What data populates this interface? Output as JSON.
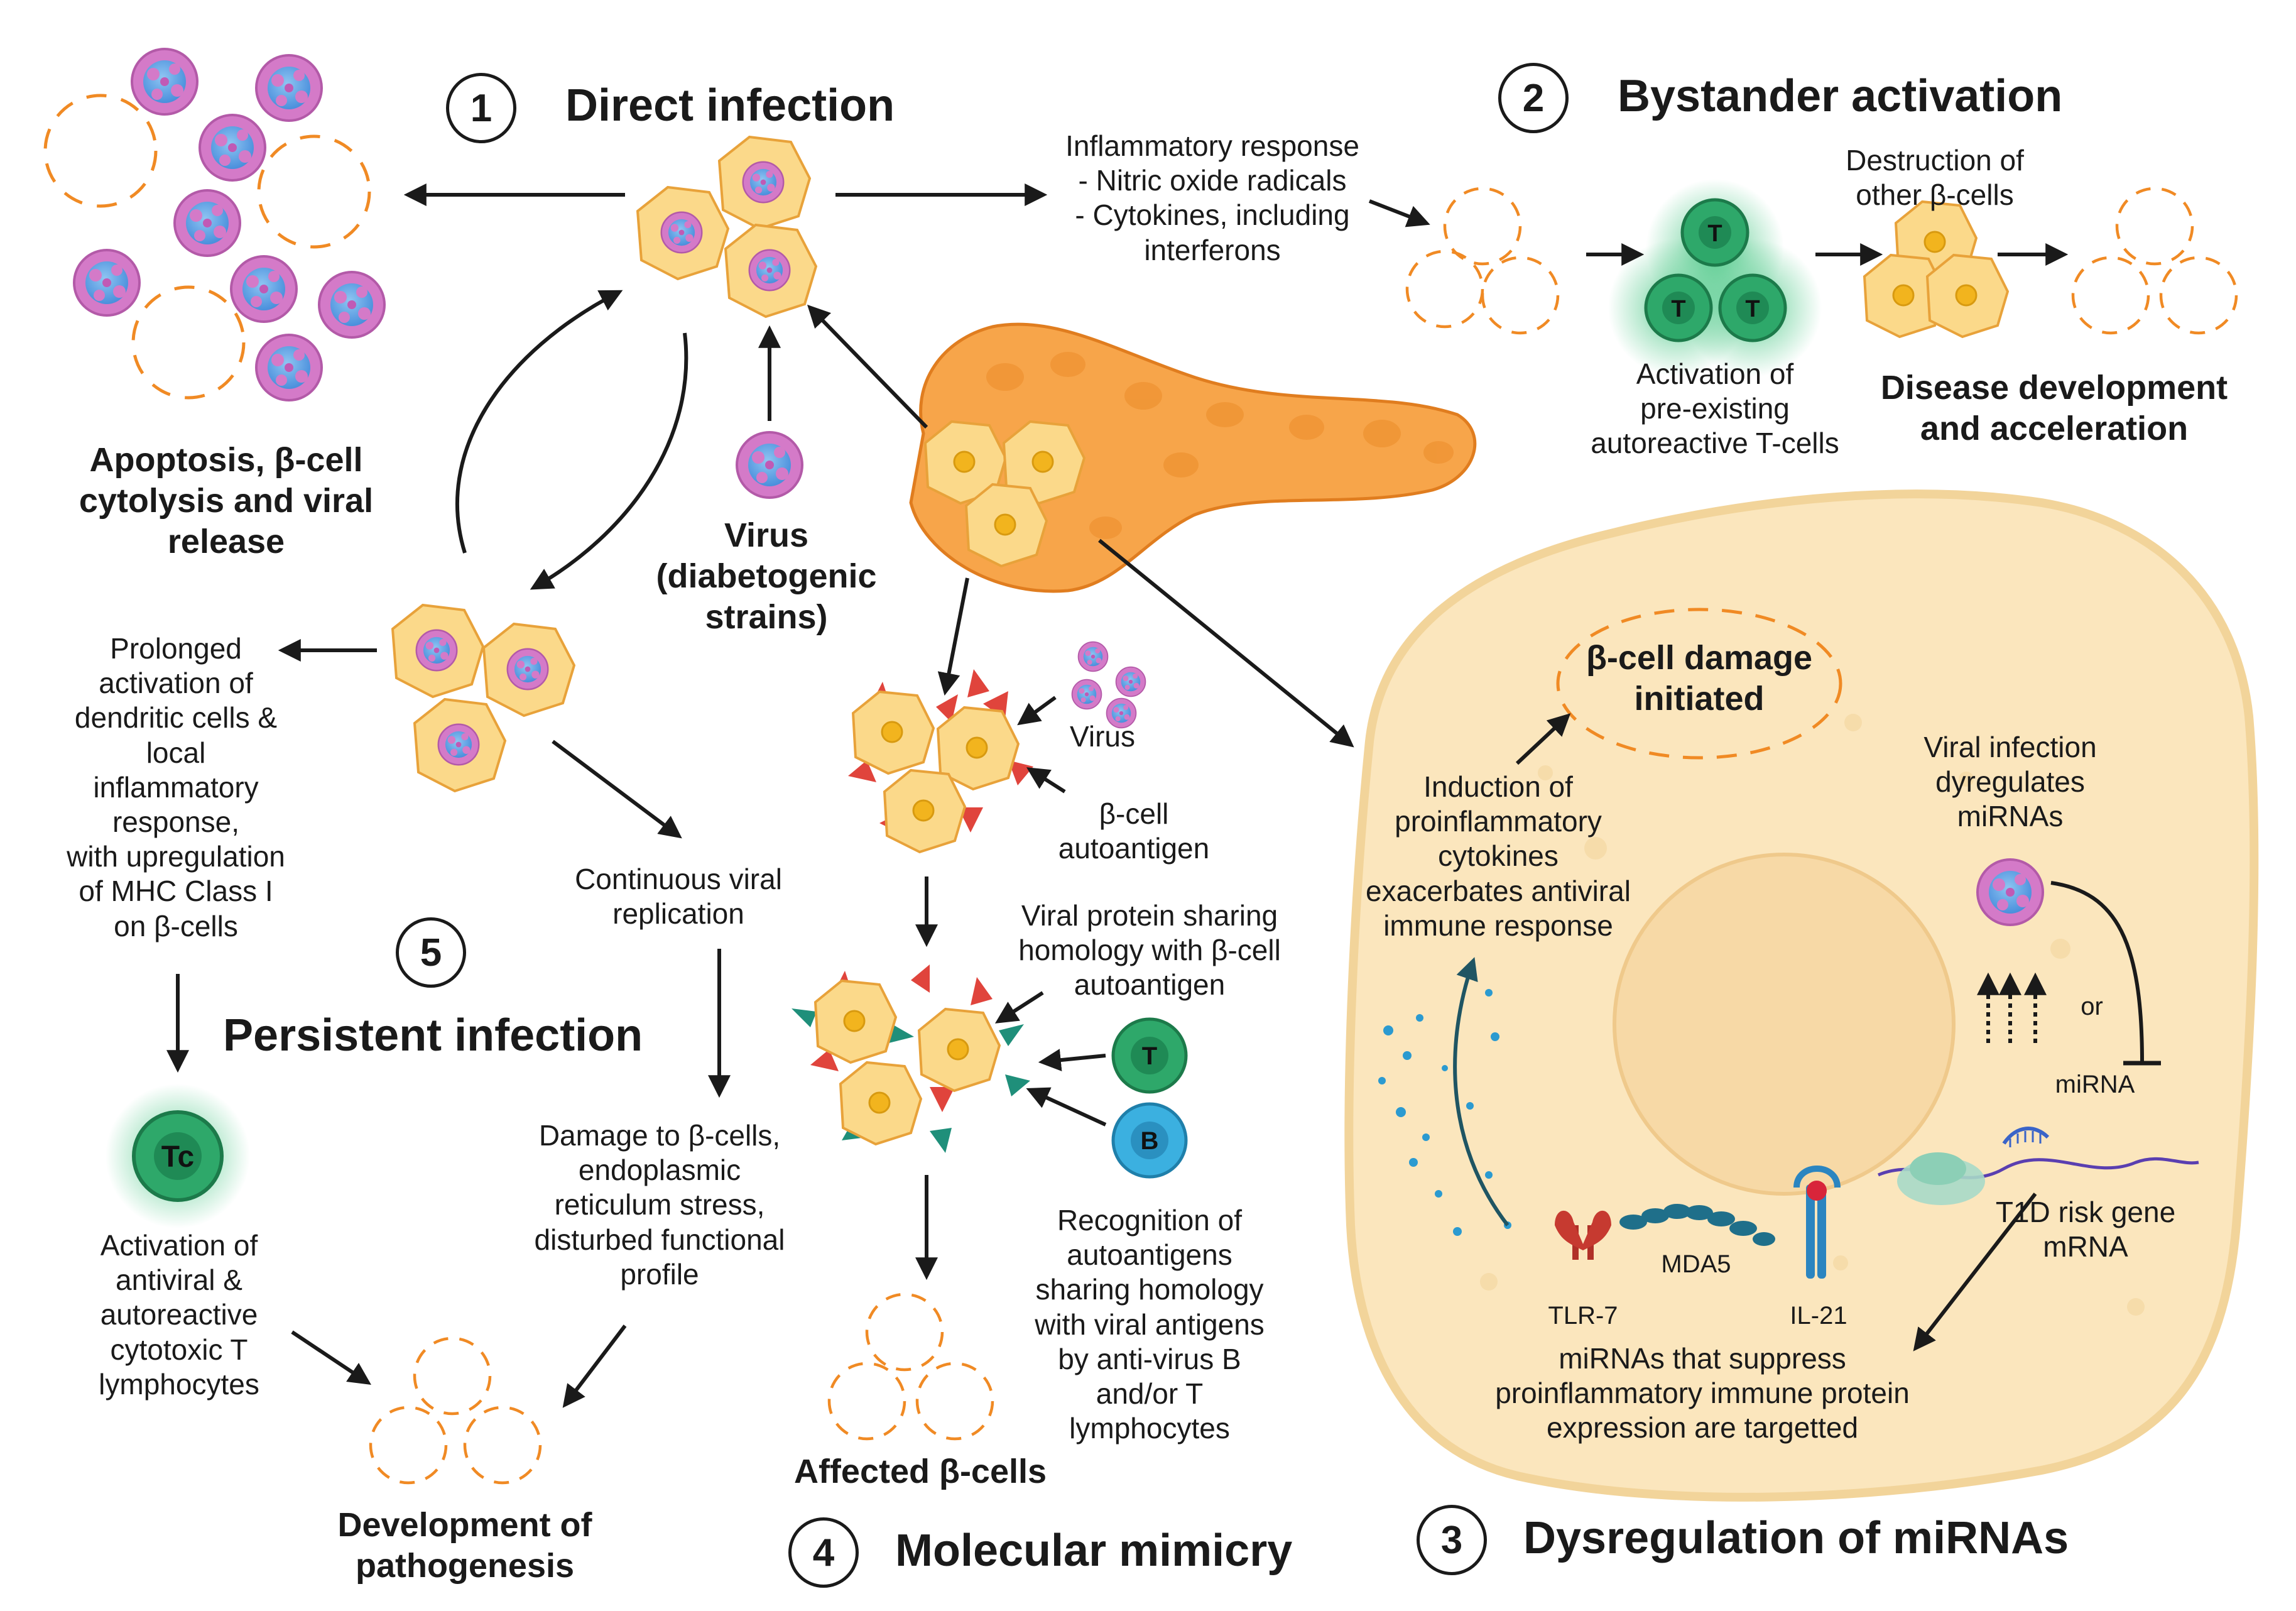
{
  "sections": {
    "direct": {
      "number": "1",
      "title": "Direct infection"
    },
    "bystander": {
      "number": "2",
      "title": "Bystander activation"
    },
    "mirna": {
      "number": "3",
      "title": "Dysregulation of miRNAs"
    },
    "mimicry": {
      "number": "4",
      "title": "Molecular mimicry"
    },
    "persistent": {
      "number": "5",
      "title": "Persistent infection"
    }
  },
  "direct": {
    "apoptosis": "Apoptosis, β-cell\ncytolysis and viral\nrelease",
    "virus": "Virus\n(diabetogenic\nstrains)"
  },
  "bystander": {
    "inflammatory": "Inflammatory response\n- Nitric oxide radicals\n- Cytokines, including\ninterferons",
    "destruction": "Destruction of\nother β-cells",
    "activation": "Activation of\npre-existing\nautoreactive T-cells",
    "disease": "Disease development\nand acceleration"
  },
  "persistent": {
    "prolonged": "Prolonged\nactivation of\ndendritic cells &\nlocal\ninflammatory\nresponse,\nwith upregulation\nof MHC Class I\non β-cells",
    "continuous": "Continuous viral\nreplication",
    "damage": "Damage to β-cells,\nendoplasmic\nreticulum stress,\ndisturbed functional\nprofile",
    "antiviral": "Activation of\nantiviral &\nautoreactive\ncytotoxic T\nlymphocytes",
    "development": "Development of\npathogenesis"
  },
  "mimicry": {
    "virus": "Virus",
    "autoantigen": "β-cell\nautoantigen",
    "viral_protein": "Viral protein sharing\nhomology with β-cell\nautoantigen",
    "recognition": "Recognition of\nautoantigens\nsharing homology\nwith viral antigens\nby anti-virus B\nand/or T\nlymphocytes",
    "affected": "Affected β-cells"
  },
  "mirna": {
    "damage": "β-cell damage\ninitiated",
    "induction": "Induction of\nproinflammatory\ncytokines\nexacerbates antiviral\nimmune response",
    "viral_infection": "Viral infection\ndyregulates\nmiRNAs",
    "or": "or",
    "mirna_label": "miRNA",
    "t1d": "T1D risk gene\nmRNA",
    "tlr7": "TLR-7",
    "mda5": "MDA5",
    "il21": "IL-21",
    "suppress": "miRNAs that suppress\nproinflammatory immune protein\nexpression are targetted"
  },
  "cell_letters": {
    "t": "T",
    "b": "B",
    "tc": "Tc"
  },
  "colors": {
    "cell_fill": "#fbd98a",
    "cell_stroke": "#e8a23a",
    "nucleus": "#f2b41e",
    "dashed_cell": "#f08a24",
    "virus_pink": "#d47ac8",
    "virus_blue": "#5aa5e6",
    "t_cell": "#2ea86a",
    "b_cell": "#3bb0e0",
    "pancreas": "#f7a54a",
    "big_cell": "#fbe6bd",
    "big_cell_stroke": "#f2d49a",
    "red_spike": "#e0443c",
    "teal_spike": "#1f8f7a"
  }
}
